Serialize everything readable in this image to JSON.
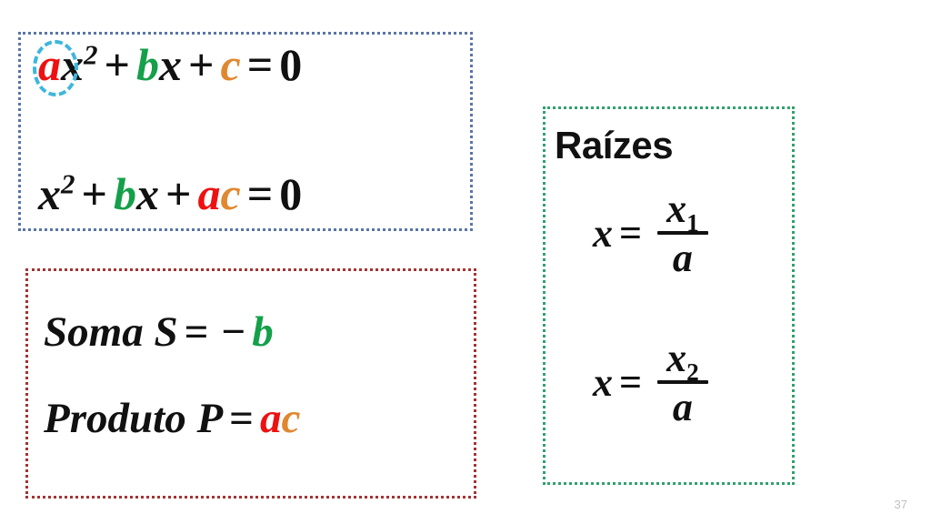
{
  "slide": {
    "number": "37",
    "background_color": "#ffffff"
  },
  "colors": {
    "coefficient_a": "#ee1111",
    "coefficient_b": "#14a04a",
    "coefficient_c": "#e08830",
    "text": "#111111",
    "box_standard_border": "#5a74a8",
    "box_sum_product_border": "#a33333",
    "box_roots_border": "#31a06e",
    "highlight_circle": "#3eb6dd"
  },
  "boxes": {
    "standard_form": {
      "border_style": "dotted",
      "equations": [
        {
          "id": "general-quadratic",
          "terms": [
            "a",
            "x",
            "2",
            "+",
            "b",
            "x",
            "+",
            "c",
            "=",
            "0"
          ],
          "plain": "ax² + bx + c = 0",
          "highlighted_term": "a"
        },
        {
          "id": "transformed-quadratic",
          "terms": [
            "x",
            "2",
            "+",
            "b",
            "x",
            "+",
            "ac",
            "=",
            "0"
          ],
          "plain": "x² + bx + ac = 0"
        }
      ]
    },
    "sum_product": {
      "border_style": "dotted",
      "rows": [
        {
          "id": "sum",
          "label": "Soma",
          "symbol": "S",
          "equals": "=",
          "sign": "−",
          "value": "b",
          "value_color": "#14a04a",
          "plain": "Soma S = −b"
        },
        {
          "id": "product",
          "label": "Produto",
          "symbol": "P",
          "equals": "=",
          "value_first": "a",
          "value_second": "c",
          "plain": "Produto P = ac"
        }
      ]
    },
    "roots": {
      "border_style": "dotted",
      "title": "Raízes",
      "equations": [
        {
          "id": "root-1",
          "lhs": "x",
          "equals": "=",
          "numerator_base": "x",
          "numerator_index": "1",
          "denominator": "a",
          "plain": "x = x₁ / a"
        },
        {
          "id": "root-2",
          "lhs": "x",
          "equals": "=",
          "numerator_base": "x",
          "numerator_index": "2",
          "denominator": "a",
          "plain": "x = x₂ / a"
        }
      ]
    }
  }
}
